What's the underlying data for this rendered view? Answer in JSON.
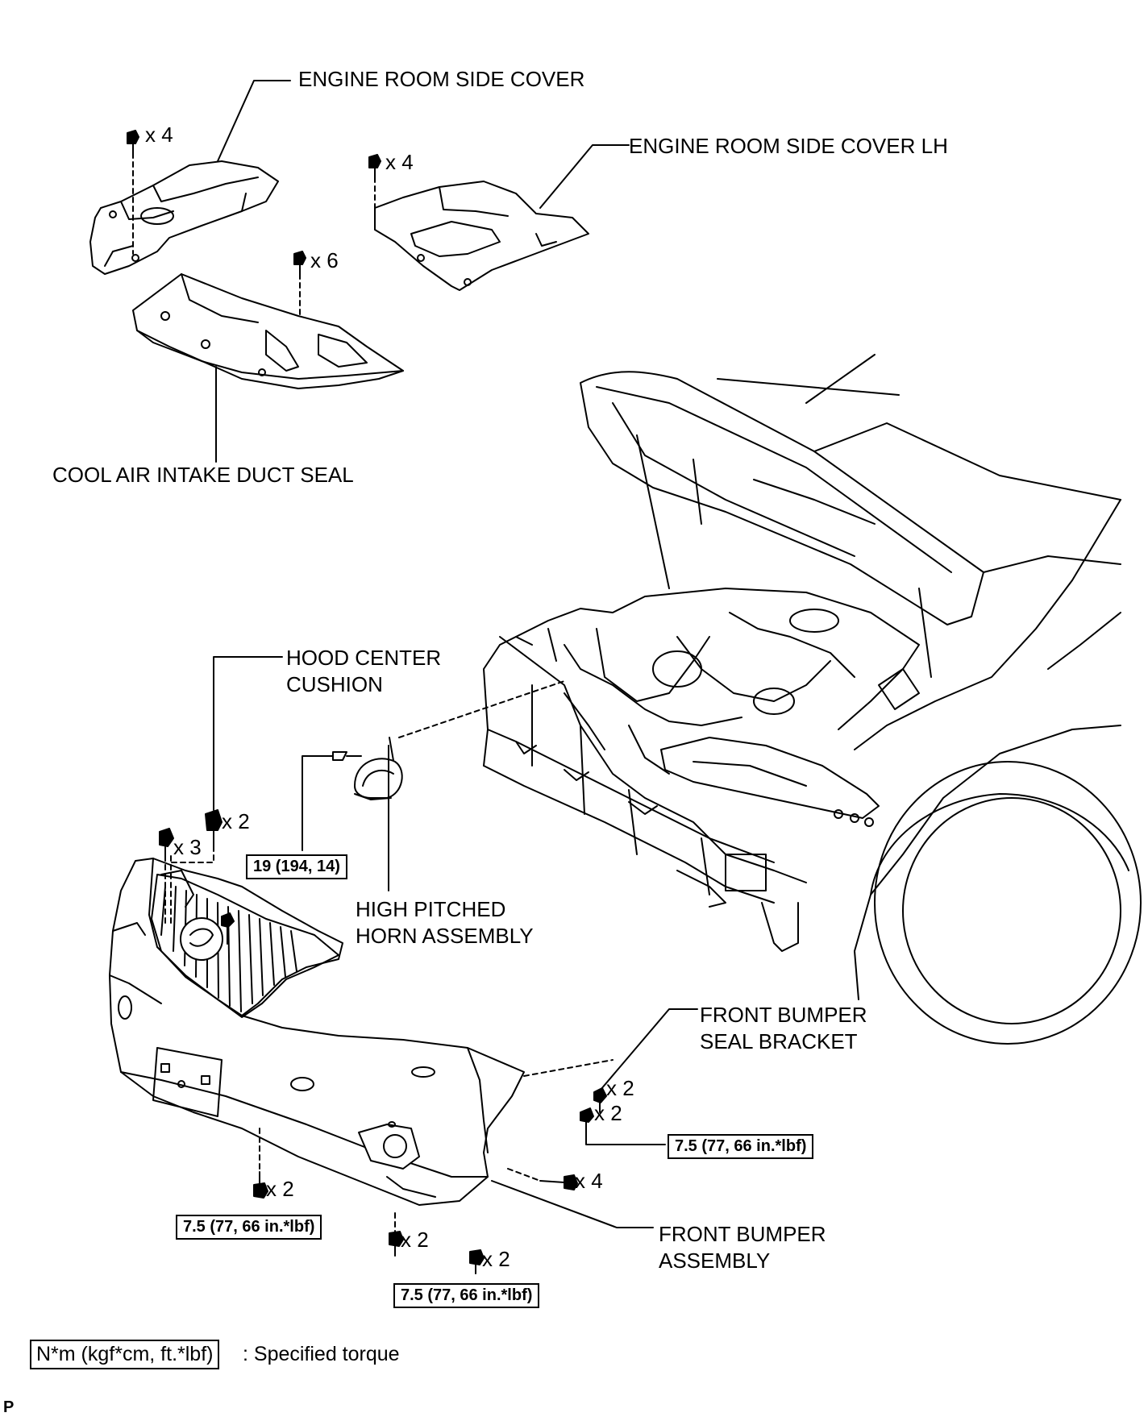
{
  "labels": {
    "engine_room_side_cover": "ENGINE ROOM SIDE COVER",
    "engine_room_side_cover_lh": "ENGINE ROOM SIDE COVER LH",
    "cool_air_intake_duct_seal": "COOL AIR INTAKE DUCT SEAL",
    "hood_center_cushion_l1": "HOOD CENTER",
    "hood_center_cushion_l2": "CUSHION",
    "high_pitched_horn_l1": "HIGH PITCHED",
    "high_pitched_horn_l2": "HORN ASSEMBLY",
    "front_bumper_seal_bracket_l1": "FRONT BUMPER",
    "front_bumper_seal_bracket_l2": "SEAL BRACKET",
    "front_bumper_assembly_l1": "FRONT BUMPER",
    "front_bumper_assembly_l2": "ASSEMBLY"
  },
  "quantities": {
    "side_cover_clips": "x 4",
    "side_cover_lh_clips": "x 4",
    "duct_seal_clips": "x 6",
    "hood_cushion": "x 2",
    "upper_clips": "x 3",
    "seal_bracket_a": "x 2",
    "seal_bracket_b": "x 2",
    "side_screws": "x 4",
    "lower_left_bolts": "x 2",
    "lower_mid_bolts": "x 2",
    "lower_right_bolts": "x 2"
  },
  "torques": {
    "horn": "19 (194, 14)",
    "seal_bracket": "7.5 (77, 66 in.*lbf)",
    "lower_left": "7.5 (77, 66 in.*lbf)",
    "lower_right": "7.5 (77, 66 in.*lbf)"
  },
  "legend": {
    "box": "N*m (kgf*cm, ft.*lbf)",
    "text": ": Specified torque"
  },
  "corner_mark": "P"
}
